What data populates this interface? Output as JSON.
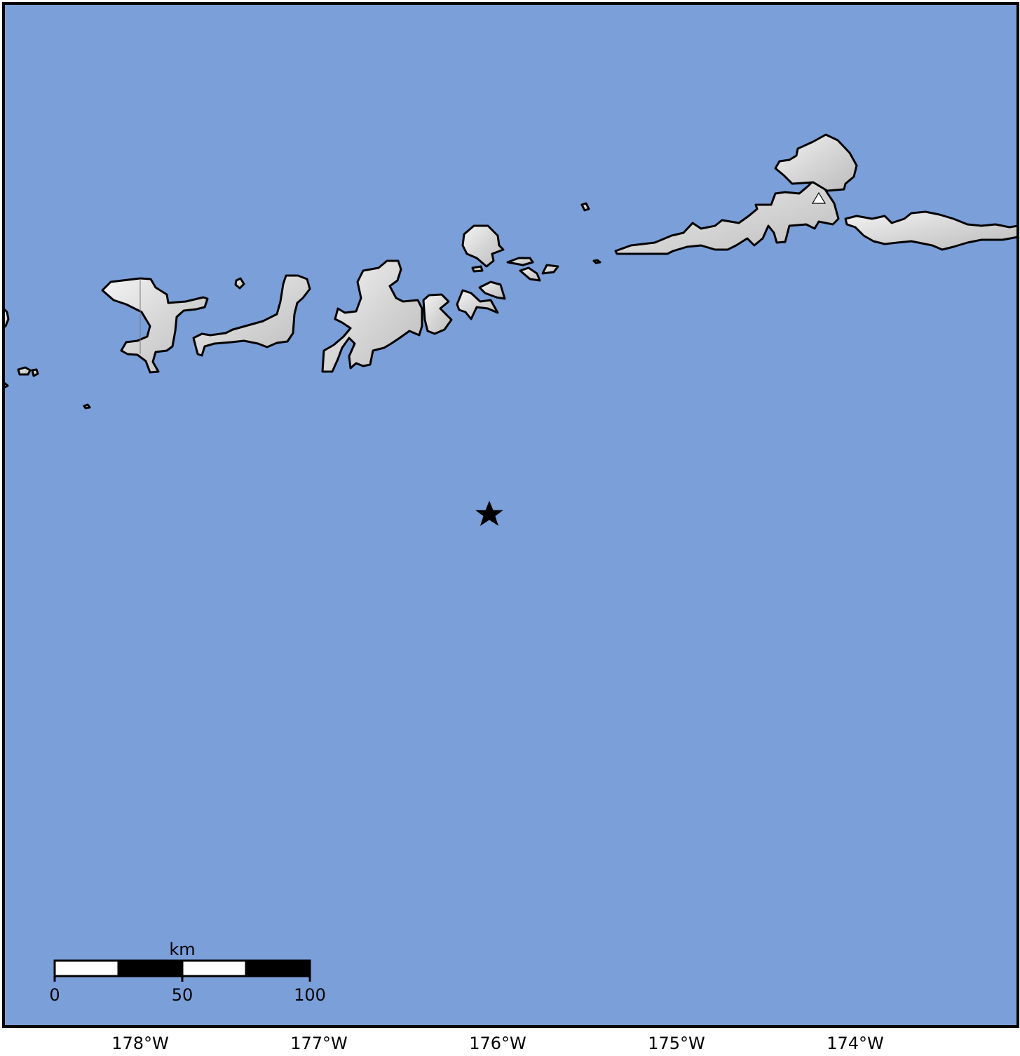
{
  "map": {
    "colors": {
      "ocean": "#7b9fd9",
      "land": "#dcdcdc",
      "coast": "#000000",
      "frame": "#000000"
    },
    "epicenter": {
      "icon": "star-icon"
    },
    "volcano": {
      "icon": "triangle-icon"
    },
    "longitude_labels": [
      "178°W",
      "177°W",
      "176°W",
      "175°W",
      "174°W"
    ],
    "scale_bar": {
      "unit": "km",
      "ticks": [
        "0",
        "50",
        "100"
      ]
    }
  }
}
